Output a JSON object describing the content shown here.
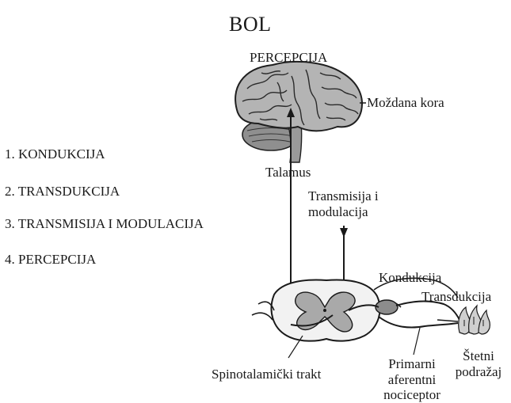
{
  "title": "BOL",
  "steps": [
    "1. KONDUKCIJA",
    "2. TRANSDUKCIJA",
    "3. TRANSMISIJA I MODULACIJA",
    "4. PERCEPCIJA"
  ],
  "labels": {
    "perception": "PERCEPCIJA",
    "cortex": "Moždana kora",
    "thalamus": "Talamus",
    "transmission_line1": "Transmisija i",
    "transmission_line2": "modulacija",
    "conduction": "Kondukcija",
    "transduction": "Transdukcija",
    "spinothalamic": "Spinotalamički trakt",
    "afferent_line1": "Primarni",
    "afferent_line2": "aferentni",
    "afferent_line3": "nociceptor",
    "stimulus_line1": "Štetni",
    "stimulus_line2": "podražaj"
  }
}
